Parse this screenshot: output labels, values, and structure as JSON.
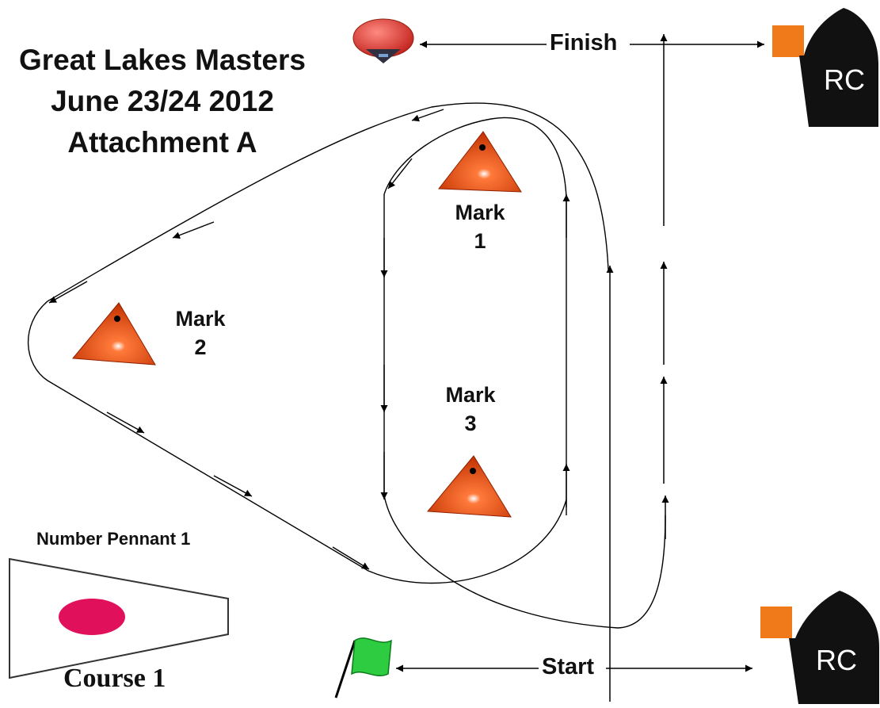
{
  "title": {
    "line1": "Great Lakes Masters",
    "line2": "June 23/24 2012",
    "line3": "Attachment A"
  },
  "finish_label": "Finish",
  "start_label": "Start",
  "marks": [
    {
      "line1": "Mark",
      "line2": "1"
    },
    {
      "line1": "Mark",
      "line2": "2"
    },
    {
      "line1": "Mark",
      "line2": "3"
    }
  ],
  "committee_boat": {
    "label": "RC",
    "hull_color": "#111111",
    "flag_color": "#f07a1a"
  },
  "pennant": {
    "title": "Number Pennant 1",
    "caption": "Course 1",
    "dot_color": "#e0105a"
  },
  "colors": {
    "mark": "#e04a10",
    "start_flag": "#2ecc40",
    "finish_buoy": "#e0302a"
  },
  "icons": [
    "finish-buoy-icon",
    "start-flag-icon",
    "committee-boat-icon",
    "mark-buoy-icon",
    "pennant-flag-icon"
  ]
}
